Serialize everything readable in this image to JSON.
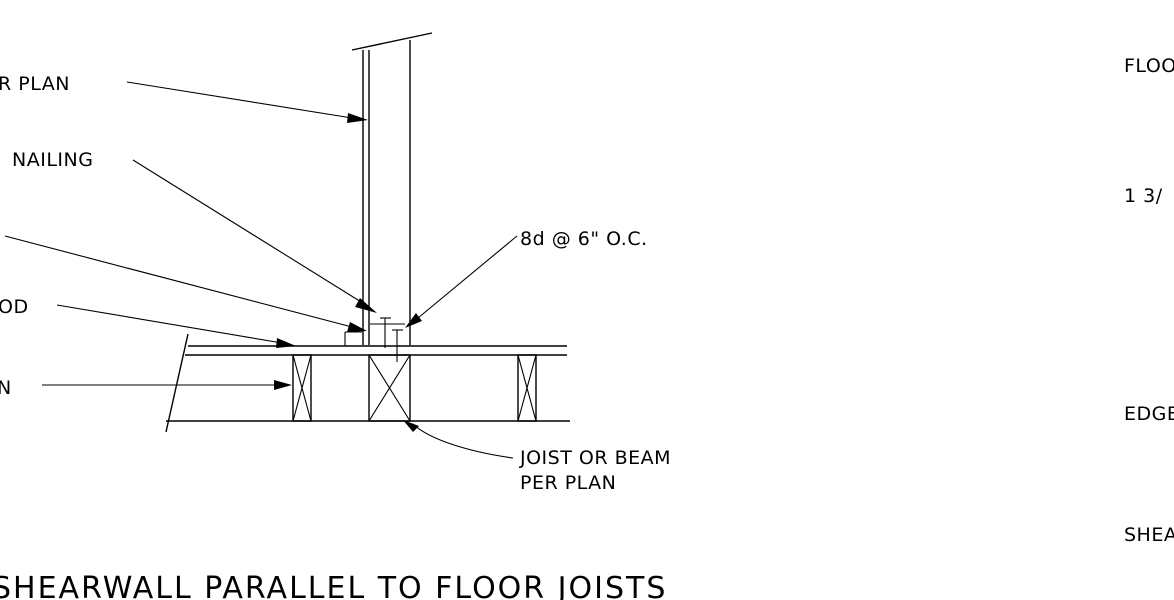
{
  "labels": {
    "per_plan_fragment": "R PLAN",
    "nailing_fragment": "NAILING",
    "od_fragment": "OD",
    "n_fragment": "N",
    "nail_spacing": "8d @ 6\" O.C.",
    "joist_line1": "JOIST OR BEAM",
    "joist_line2": "PER PLAN",
    "right_floo": "FLOO",
    "right_13": "1 3/",
    "right_edge": "EDGE",
    "right_shea": "SHEA"
  },
  "title": "SHEARWALL PARALLEL TO FLOOR JOISTS"
}
